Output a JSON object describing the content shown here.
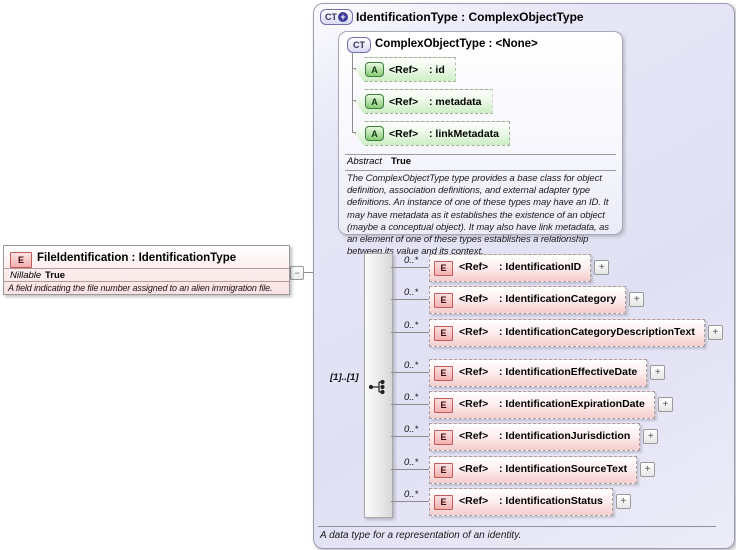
{
  "left_element": {
    "icon": "E",
    "title": "FileIdentification : IdentificationType",
    "nillable_label": "Nillable",
    "nillable_value": "True",
    "description": "A field indicating the file number assigned to an alien immigration file."
  },
  "type_box": {
    "icon": "CT",
    "title": "IdentificationType : ComplexObjectType",
    "footer": "A data type for a representation of an identity.",
    "base_type": {
      "icon": "CT",
      "title": "ComplexObjectType : <None>",
      "attributes": [
        {
          "icon": "A",
          "ref": "<Ref>",
          "name": ": id"
        },
        {
          "icon": "A",
          "ref": "<Ref>",
          "name": ": metadata"
        },
        {
          "icon": "A",
          "ref": "<Ref>",
          "name": ": linkMetadata"
        }
      ],
      "abstract_label": "Abstract",
      "abstract_value": "True",
      "description": "The ComplexObjectType type provides a base class for object definition, association definitions, and external adapter type definitions. An instance of one of these types may have an ID. It may have metadata as it establishes the existence of an object (maybe a conceptual object). It may also have link metadata, as an element of one of these types establishes a relationship between its value and its context."
    },
    "sequence": {
      "cardinality": "[1]..[1]",
      "elements": [
        {
          "occurs": "0..*",
          "icon": "E",
          "ref": "<Ref>",
          "name": ": IdentificationID"
        },
        {
          "occurs": "0..*",
          "icon": "E",
          "ref": "<Ref>",
          "name": ": IdentificationCategory"
        },
        {
          "occurs": "0..*",
          "icon": "E",
          "ref": "<Ref>",
          "name": ": IdentificationCategoryDescriptionText"
        },
        {
          "occurs": "0..*",
          "icon": "E",
          "ref": "<Ref>",
          "name": ": IdentificationEffectiveDate"
        },
        {
          "occurs": "0..*",
          "icon": "E",
          "ref": "<Ref>",
          "name": ": IdentificationExpirationDate"
        },
        {
          "occurs": "0..*",
          "icon": "E",
          "ref": "<Ref>",
          "name": ": IdentificationJurisdiction"
        },
        {
          "occurs": "0..*",
          "icon": "E",
          "ref": "<Ref>",
          "name": ": IdentificationSourceText"
        },
        {
          "occurs": "0..*",
          "icon": "E",
          "ref": "<Ref>",
          "name": ": IdentificationStatus"
        }
      ]
    }
  },
  "colors": {
    "container_fill": "#E0E0F4",
    "element_fill": "#F6CCCC",
    "attribute_fill": "#CDEEC4",
    "sequence_bar": "#D7D7D7",
    "ct_icon_accent": "#3D3D99"
  }
}
